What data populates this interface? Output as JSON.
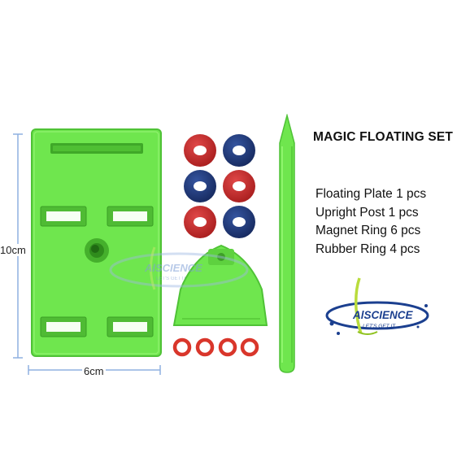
{
  "product": {
    "title": "MAGIC FLOATING SET",
    "parts": [
      "Floating Plate 1 pcs",
      "Upright Post 1 pcs",
      "Magnet Ring 6 pcs",
      "Rubber Ring 4 pcs"
    ]
  },
  "dimensions": {
    "height": "10cm",
    "width": "6cm"
  },
  "logo": {
    "brand_prefix": "Al",
    "brand_name": "SCIENCE",
    "tagline": "LET'S GET IT"
  },
  "watermark": {
    "brand_prefix": "Al",
    "brand_name": "SCIENCE",
    "tagline": "LET'S GET IT"
  },
  "colors": {
    "plastic_green": "#6fe64e",
    "magnet_red": "#c62828",
    "magnet_blue": "#203a7a",
    "rubber_red": "#d9362b",
    "brand_blue": "#1b3f8f",
    "dimension_line": "#8fb0e0"
  }
}
